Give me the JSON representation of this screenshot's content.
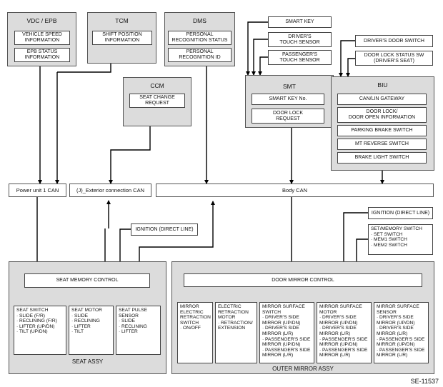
{
  "groups": {
    "vdc": {
      "title": "VDC / EPB",
      "items": [
        "VEHICLE SPEED\nINFORMATION",
        "EPB STATUS\nINFORMATION"
      ]
    },
    "tcm": {
      "title": "TCM",
      "items": [
        "SHIFT POSITION\nINFORMATION"
      ]
    },
    "dms": {
      "title": "DMS",
      "items": [
        "PERSONAL\nRECOGNITION STATUS",
        "PERSONAL\nRECOGNITION ID"
      ]
    },
    "ccm": {
      "title": "CCM",
      "items": [
        "SEAT CHANGE\nREQUEST"
      ]
    },
    "smt": {
      "title": "SMT",
      "items": [
        "SMART KEY No.",
        "DOOR LOCK\nREQUEST"
      ]
    },
    "biu": {
      "title": "BIU",
      "items": [
        "CAN/LIN GATEWAY",
        "DOOR LOCK/\nDOOR OPEN INFORMATION",
        "PARKING BRAKE SWITCH",
        "MT REVERSE SWITCH",
        "BRAKE LIGHT SWITCH"
      ]
    }
  },
  "inputs": {
    "smart_key": "SMART KEY",
    "drivers_touch": "DRIVER'S\nTOUCH SENSOR",
    "passengers_touch": "PASSENGER'S\nTOUCH SENSOR",
    "drivers_door_switch": "DRIVER'S DOOR SWITCH",
    "door_lock_status": "DOOR LOCK STATUS SW\n(DRIVER'S SEAT)"
  },
  "buses": {
    "power_unit": "Power unit 1 CAN",
    "exterior": "(J)_Exterior connection CAN",
    "body": "Body CAN"
  },
  "ignition_seat": "IGNITION (DIRECT LINE)",
  "ignition_mirror": "IGNITION (DIRECT LINE)",
  "set_memory_switch": "SET/MEMORY SWITCH\n· SET SWITCH\n· MEM1 SWITCH\n· MEM2 SWITCH",
  "seat_assy": {
    "label": "SEAT ASSY",
    "controller": "SEAT MEMORY CONTROL",
    "parts": [
      "SEAT SWITCH\n· SLIDE (F/R)\n· RECLINING (F/R)\n· LIFTER (UP/DN)\n· TILT (UP/DN)",
      "SEAT MOTOR\n· SLIDE\n· RECLINING\n· LIFTER\n· TILT",
      "SEAT PULSE\nSENSOR\n· SLIDE\n· RECLINING\n· LIFTER"
    ]
  },
  "mirror_assy": {
    "label": "OUTER MIRROR ASSY",
    "controller": "DOOR MIRROR CONTROL",
    "parts": [
      "MIRROR\nELECTRIC\nRETRACTION\nSWITCH\n· ON/OFF",
      "ELECTRIC\nRETRACTION\nMOTOR\n· RETRACTION/\n  EXTENSION",
      "MIRROR SURFACE\nSWITCH\n· DRIVER'S SIDE\n  MIRROR (UP/DN)\n· DRIVER'S SIDE\n  MIRROR (L/R)\n· PASSENGER'S SIDE\n  MIRROR (UP/DN)\n· PASSENGER'S SIDE\n  MIRROR (L/R)",
      "MIRROR SURFACE\nMOTOR\n· DRIVER'S SIDE\n  MIRROR (UP/DN)\n· DRIVER'S SIDE\n  MIRROR (L/R)\n· PASSENGER'S SIDE\n  MIRROR (UP/DN)\n· PASSENGER'S SIDE\n  MIRROR (L/R)",
      "MIRROR SURFACE\nSENSOR\n· DRIVER'S SIDE\n  MIRROR (UP/DN)\n· DRIVER'S SIDE\n  MIRROR (L/R)\n· PASSENGER'S SIDE\n  MIRROR (UP/DN)\n· PASSENGER'S SIDE\n  MIRROR (L/R)"
    ]
  },
  "figure_code": "SE-11537"
}
